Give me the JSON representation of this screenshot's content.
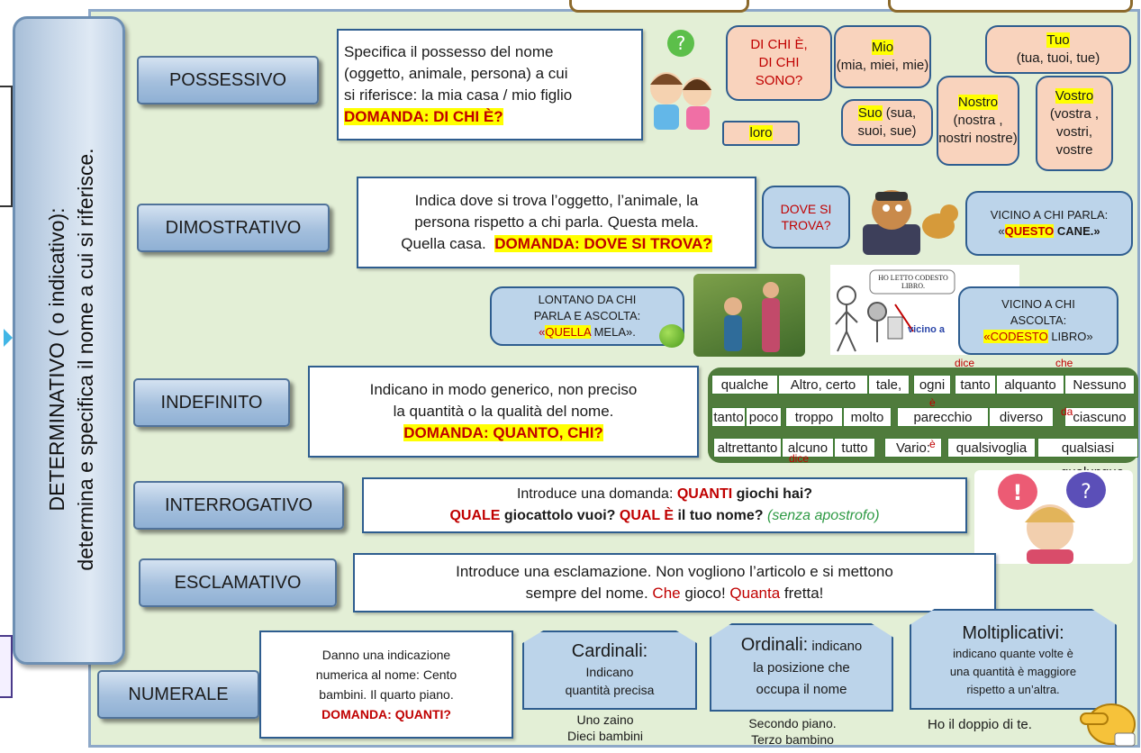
{
  "leftbar": {
    "line1": "DETERMINATIVO ( o indicativo):",
    "line2": "determina e specifica  il nome a cui si riferisce."
  },
  "labels": {
    "possessivo": "POSSESSIVO",
    "dimostrativo": "DIMOSTRATIVO",
    "indefinito": "INDEFINITO",
    "interrogativo": "INTERROGATIVO",
    "esclamativo": "ESCLAMATIVO",
    "numerale": "NUMERALE"
  },
  "possessivo": {
    "line1": "Specifica il possesso del nome",
    "line2": "(oggetto, animale, persona) a cui",
    "line3": "si riferisce: la mia casa / mio figlio",
    "question": "DOMANDA: DI CHI È?",
    "bubble": [
      "DI CHI È,",
      "DI CHI",
      "SONO?"
    ],
    "mio_title": "Mio",
    "mio_forms": "(mia, miei, mie)",
    "tuo_title": "Tuo",
    "tuo_forms": "(tua, tuoi, tue)",
    "suo_title": "Suo",
    "suo_forms": " (sua, suoi, sue)",
    "nostro_title": "Nostro",
    "nostro_forms": "(nostra , nostri nostre)",
    "vostro_title": "Vostro",
    "vostro_forms": "(vostra , vostri, vostre",
    "loro": "loro"
  },
  "dimostrativo": {
    "line1": "Indica dove si trova l’oggetto, l’animale, la",
    "line2": "persona rispetto a chi parla. Questa mela.",
    "line3_plain": "Quella casa.",
    "question": "DOMANDA: DOVE SI TROVA?",
    "bubble_where": [
      "DOVE SI",
      "TROVA?"
    ],
    "vicino_parla_pre": "VICINO A CHI PARLA: «",
    "vicino_parla_word": "QUESTO",
    "vicino_parla_post": " CANE.»",
    "lontano_line1": "LONTANO DA CHI",
    "lontano_line2": "PARLA E ASCOLTA:",
    "lontano_pre": "«",
    "lontano_word": "QUELLA",
    "lontano_post": " MELA».",
    "ascolta_line1": "VICINO A CHI",
    "ascolta_line2": "ASCOLTA:",
    "ascolta_word": "«CODESTO",
    "ascolta_post": " LIBRO»",
    "book_caption": "HO LETTO CODESTO LIBRO.",
    "vicino_a": "vicino a"
  },
  "indefinito": {
    "line1": "Indicano in modo generico, non preciso",
    "line2": "la quantità o la qualità del nome.",
    "question": "DOMANDA: QUANTO, CHI?",
    "row1": [
      "qualche",
      "Altro, certo",
      "tale,",
      "ogni",
      "tanto",
      "alquanto",
      "Nessuno"
    ],
    "row2": [
      "tanto",
      "poco",
      "troppo",
      "molto",
      "parecchio",
      "diverso",
      "ciascuno"
    ],
    "row3": [
      "altrettanto",
      "alcuno",
      "tutto",
      "Vario:",
      "qualsivoglia",
      "qualsiasi"
    ],
    "extra": "qualunque",
    "note_dice_1": "dice",
    "note_che": "che",
    "note_e_1": "è",
    "note_da": "da",
    "note_e_2": "è",
    "note_dice_2": "dice"
  },
  "interrogativo": {
    "line1_pre": "Introduce una domanda: ",
    "w1": "QUANTI",
    "line1_post": " giochi hai?",
    "w2": "QUALE",
    "line2_mid": " giocattolo vuoi? ",
    "w3": "QUAL È",
    "line2_post": " il tuo nome? ",
    "note": "(senza apostrofo)"
  },
  "esclamativo": {
    "line1": "Introduce una esclamazione. Non vogliono l’articolo e si mettono",
    "line2_pre": "sempre del nome. ",
    "w1": "Che",
    "mid": " gioco! ",
    "w2": "Quanta",
    "post": " fretta!"
  },
  "numerale": {
    "line1": "Danno una indicazione",
    "line2": "numerica al nome: Cento",
    "line3": "bambini. Il quarto piano.",
    "question": "DOMANDA: QUANTI?",
    "cardinali_title": "Cardinali:",
    "cardinali_desc1": "Indicano",
    "cardinali_desc2": "quantità precisa",
    "cardinali_ex1": "Uno zaino",
    "cardinali_ex2": "Dieci bambini",
    "ordinali_title": "Ordinali:",
    "ordinali_desc1": " indicano",
    "ordinali_desc2": "la posizione che",
    "ordinali_desc3": "occupa il nome",
    "ordinali_ex1": "Secondo piano.",
    "ordinali_ex2": "Terzo bambino",
    "molt_title": "Moltiplicativi:",
    "molt_desc1": "indicano quante volte è",
    "molt_desc2": "una quantità è maggiore",
    "molt_desc3": "rispetto a un’altra.",
    "molt_ex": "Ho il doppio di te."
  }
}
